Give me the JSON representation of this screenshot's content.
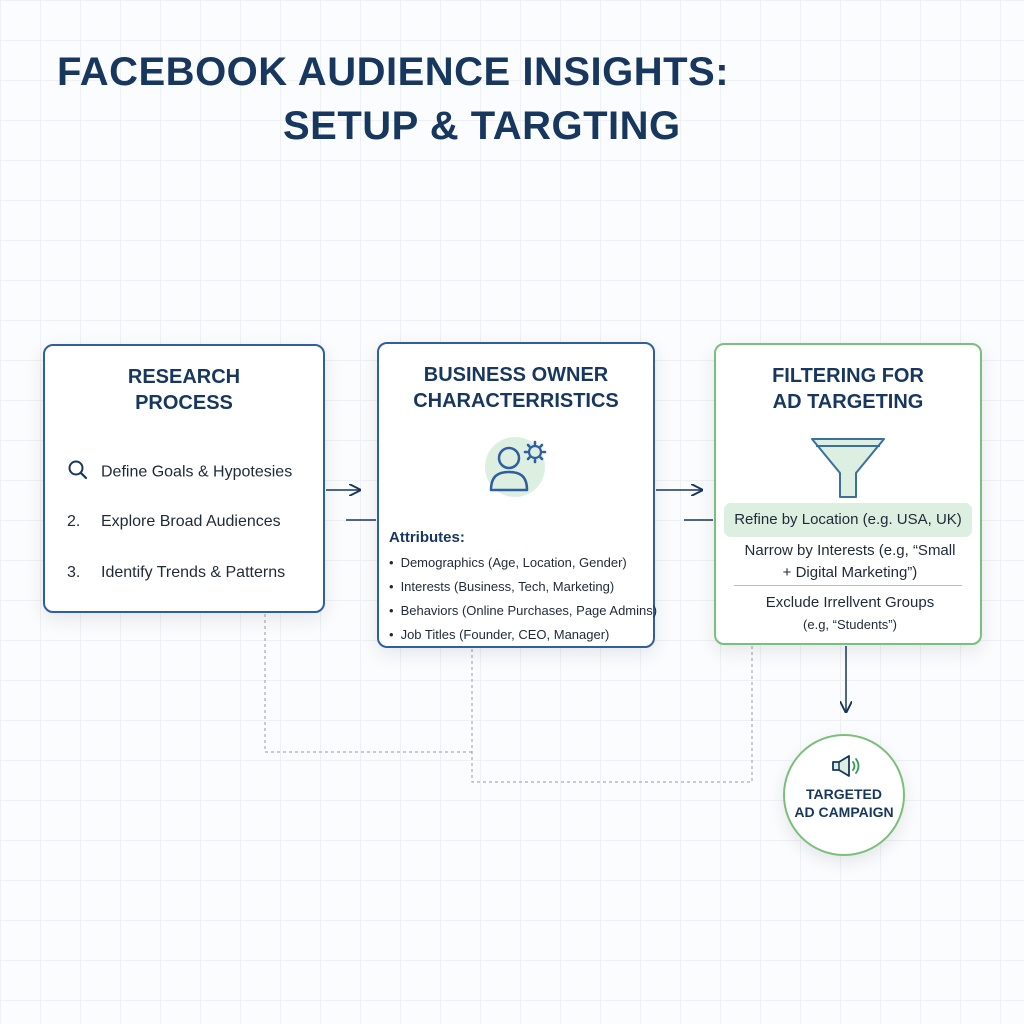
{
  "title": {
    "line1": "FACEBOOK AUDIENCE INSIGHTS:",
    "line2": "SETUP & TARGTING"
  },
  "research": {
    "title_line1": "RESEARCH",
    "title_line2": "PROCESS",
    "steps": [
      {
        "marker": "",
        "marker_icon": "magnifier-icon",
        "text": "Define Goals & Hypotesies"
      },
      {
        "marker": "2.",
        "text": "Explore Broad Audiences"
      },
      {
        "marker": "3.",
        "text": "Identify Trends & Patterns"
      }
    ]
  },
  "business": {
    "title_line1": "BUSINESS OWNER",
    "title_line2": "CHARACTERRISTICS",
    "icon": "person-gear-icon",
    "attributes_heading": "Attributes:",
    "attributes": [
      "Demographics (Age, Location, Gender)",
      "Interests (Business, Tech, Marketing)",
      "Behaviors (Online Purchases, Page Admins)",
      "Job Titles (Founder, CEO, Manager)"
    ]
  },
  "filtering": {
    "title_line1": "FILTERING FOR",
    "title_line2": "AD TARGETING",
    "icon": "funnel-icon",
    "location": "Refine by Location (e.g. USA, UK)",
    "interests_line1": "Narrow by Interests (e.g, “Small",
    "interests_line2": "+ Digital Marketing”)",
    "exclude_line1": "Exclude Irrellvent Groups",
    "exclude_line2": "(e.g, “Students”)"
  },
  "result": {
    "icon": "megaphone-icon",
    "line1": "TARGETED",
    "line2": "AD CAMPAIGN"
  },
  "colors": {
    "navy": "#17375e",
    "blue_border": "#2f5f9e",
    "green_border": "#7cbf7c",
    "green_fill": "#dcefe0"
  }
}
